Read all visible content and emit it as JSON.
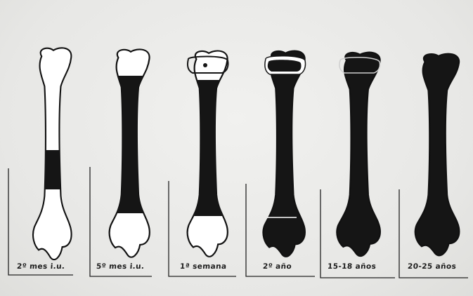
{
  "figure": {
    "stages": [
      {
        "label": "2º mes i.u.",
        "ossification": "central-band"
      },
      {
        "label": "5º mes i.u.",
        "ossification": "full-shaft"
      },
      {
        "label": "1ª semana",
        "ossification": "shaft-plus-epiphysis-outline"
      },
      {
        "label": "2º año",
        "ossification": "shaft-plus-both-epiphyses"
      },
      {
        "label": "15-18 años",
        "ossification": "nearly-complete"
      },
      {
        "label": "20-25 años",
        "ossification": "complete"
      }
    ],
    "colors": {
      "bone_dark": "#151515",
      "cartilage": "#ffffff",
      "outline": "#111111",
      "background": "#e9e9e7"
    }
  }
}
